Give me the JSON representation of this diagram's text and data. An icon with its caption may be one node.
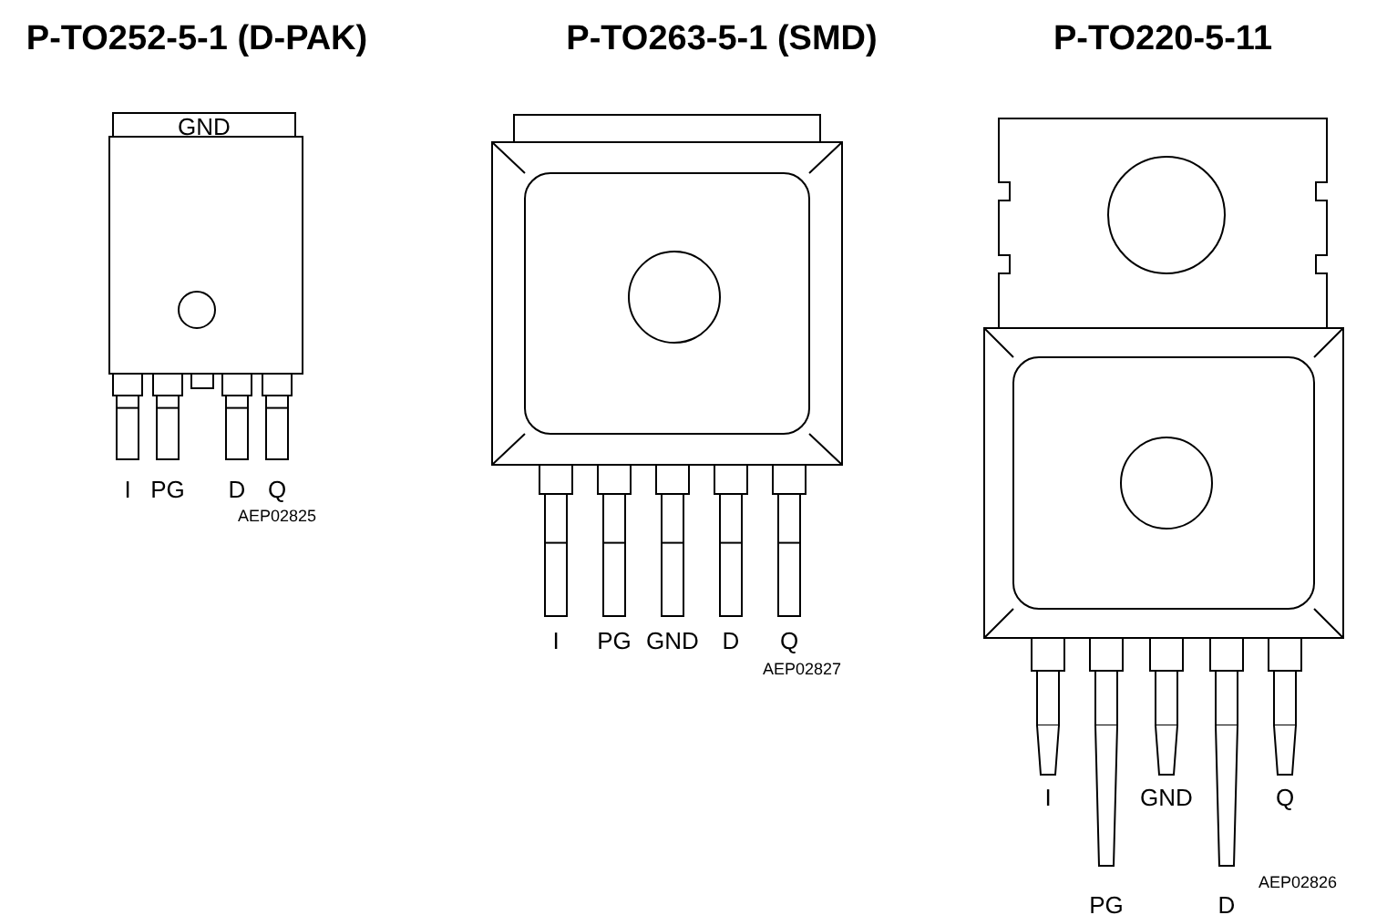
{
  "diagram": {
    "labels": [
      "P-TO252-5-1 (D-PAK)",
      "P-TO263-5-1 (SMD)",
      "P-TO220-5-11",
      "GND",
      "I",
      "PG",
      "D",
      "Q",
      "AEP02825",
      "I",
      "PG",
      "GND",
      "D",
      "Q",
      "AEP02827",
      "I",
      "GND",
      "Q",
      "PG",
      "D",
      "AEP02826"
    ]
  }
}
